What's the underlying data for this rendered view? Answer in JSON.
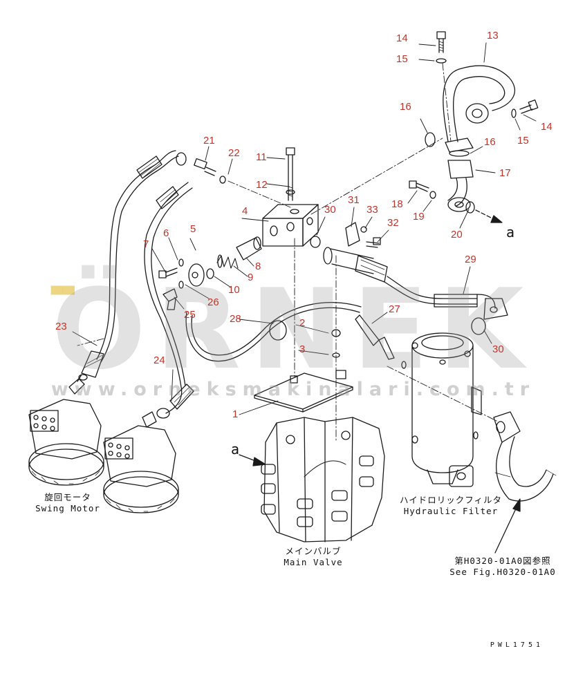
{
  "labels": [
    {
      "id": "1",
      "text": "1"
    },
    {
      "id": "2",
      "text": "2"
    },
    {
      "id": "3",
      "text": "3"
    },
    {
      "id": "4",
      "text": "4"
    },
    {
      "id": "5",
      "text": "5"
    },
    {
      "id": "6",
      "text": "6"
    },
    {
      "id": "7",
      "text": "7"
    },
    {
      "id": "8",
      "text": "8"
    },
    {
      "id": "9",
      "text": "9"
    },
    {
      "id": "10",
      "text": "10"
    },
    {
      "id": "11",
      "text": "11"
    },
    {
      "id": "12",
      "text": "12"
    },
    {
      "id": "13",
      "text": "13"
    },
    {
      "id": "14a",
      "text": "14"
    },
    {
      "id": "14b",
      "text": "14"
    },
    {
      "id": "15a",
      "text": "15"
    },
    {
      "id": "15b",
      "text": "15"
    },
    {
      "id": "16a",
      "text": "16"
    },
    {
      "id": "16b",
      "text": "16"
    },
    {
      "id": "17",
      "text": "17"
    },
    {
      "id": "18",
      "text": "18"
    },
    {
      "id": "19",
      "text": "19"
    },
    {
      "id": "20",
      "text": "20"
    },
    {
      "id": "21",
      "text": "21"
    },
    {
      "id": "22",
      "text": "22"
    },
    {
      "id": "23",
      "text": "23"
    },
    {
      "id": "24",
      "text": "24"
    },
    {
      "id": "25",
      "text": "25"
    },
    {
      "id": "26",
      "text": "26"
    },
    {
      "id": "27",
      "text": "27"
    },
    {
      "id": "28",
      "text": "28"
    },
    {
      "id": "29",
      "text": "29"
    },
    {
      "id": "30a",
      "text": "30"
    },
    {
      "id": "30b",
      "text": "30"
    },
    {
      "id": "31",
      "text": "31"
    },
    {
      "id": "32",
      "text": "32"
    },
    {
      "id": "33",
      "text": "33"
    }
  ],
  "ref_a_top": "a",
  "ref_a_left": "a",
  "captions": {
    "swing_motor_jp": "旋回モータ",
    "swing_motor_en": "Swing Motor",
    "main_valve_jp": "メインバルブ",
    "main_valve_en": "Main Valve",
    "filter_jp": "ハイドロリックフィルタ",
    "filter_en": "Hydraulic Filter",
    "see_fig_jp": "第H0320-01A0図参照",
    "see_fig_en": "See Fig.H0320-01A0"
  },
  "drawing_code": "PWL1751",
  "watermark": {
    "brand": "ÖRNEK",
    "url": "www.orneksmakinalari.com.tr"
  },
  "colors": {
    "label_red": "#c0342b",
    "line_black": "#1a1a1a",
    "watermark_gray": "#969696"
  }
}
